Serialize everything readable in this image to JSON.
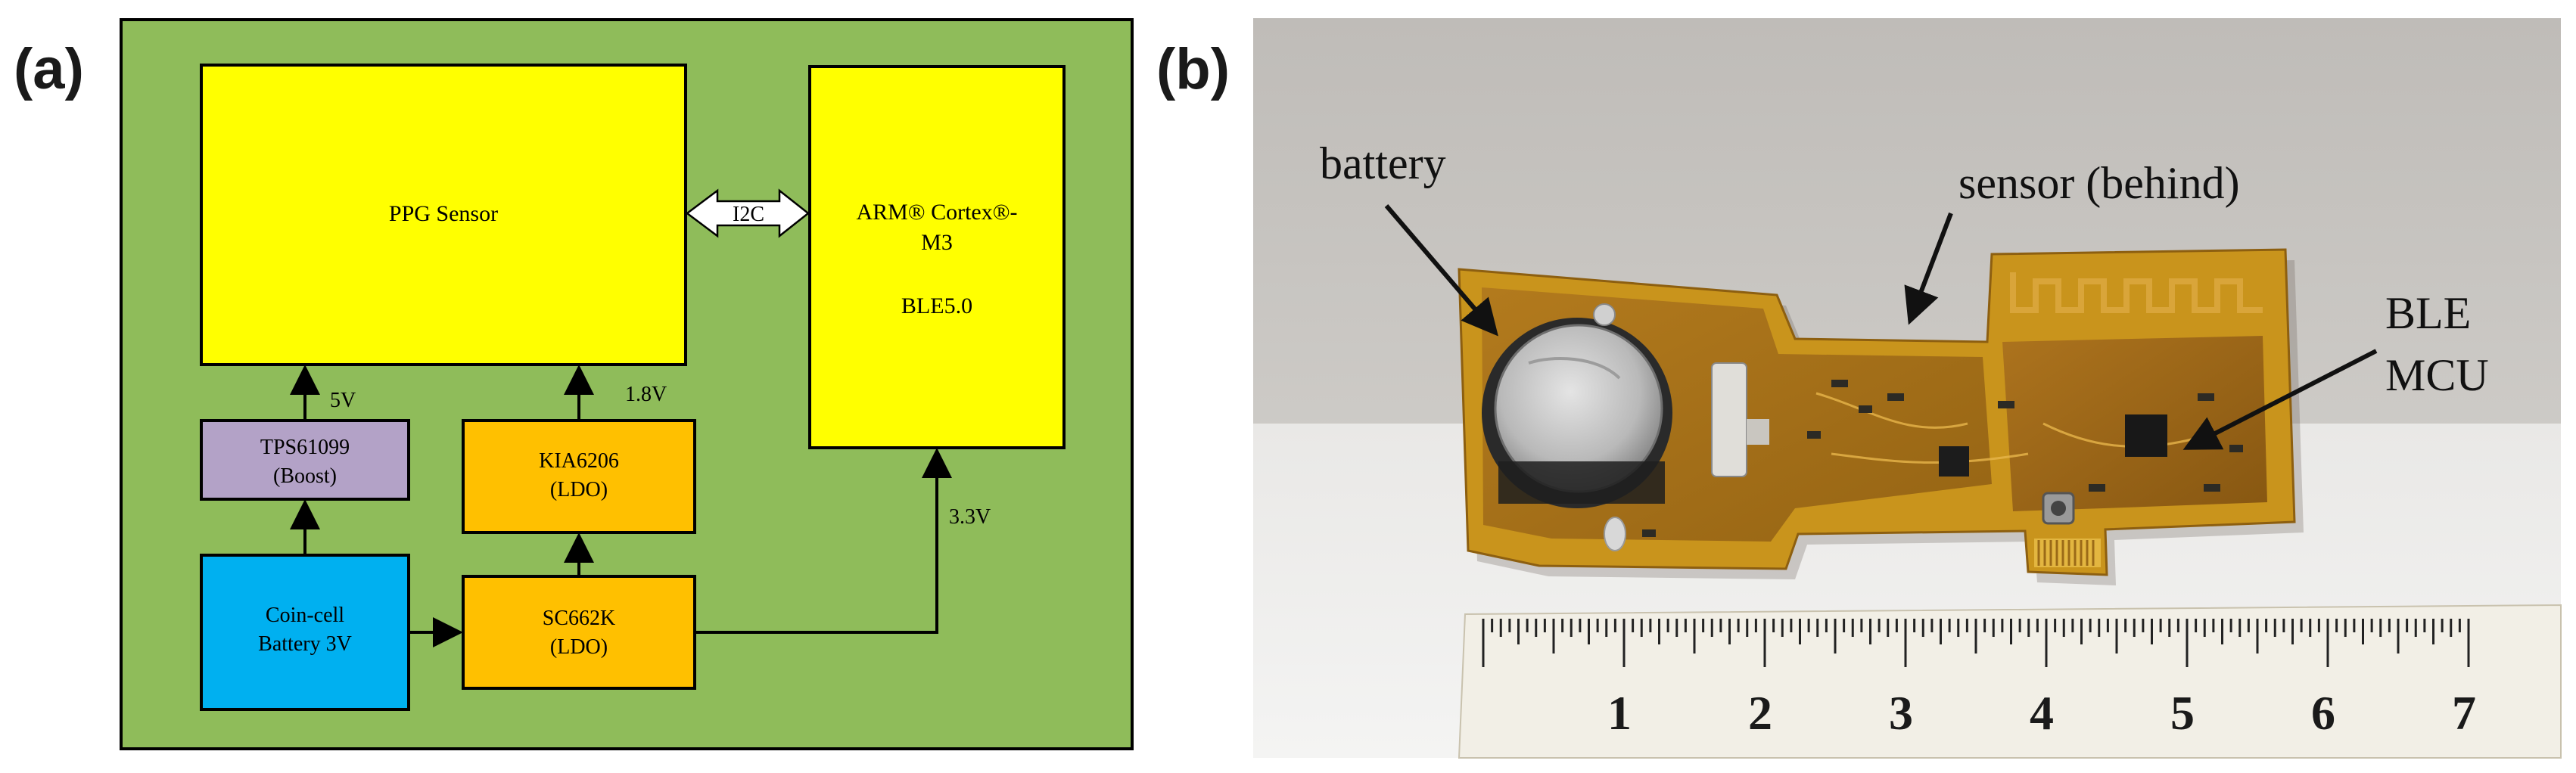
{
  "panels": {
    "a": "(a)",
    "b": "(b)"
  },
  "diagram": {
    "blocks": {
      "ppg": "PPG Sensor",
      "arm_line1": "ARM® Cortex®-",
      "arm_line2": "M3",
      "arm_line3": "BLE5.0",
      "tps_line1": "TPS61099",
      "tps_line2": "(Boost)",
      "kia_line1": "KIA6206",
      "kia_line2": "(LDO)",
      "coin_line1": "Coin-cell",
      "coin_line2": "Battery 3V",
      "sc_line1": "SC662K",
      "sc_line2": "(LDO)"
    },
    "labels": {
      "i2c": "I2C",
      "v5": "5V",
      "v18": "1.8V",
      "v33": "3.3V"
    }
  },
  "photo": {
    "annotations": {
      "battery": "battery",
      "sensor": "sensor (behind)",
      "ble_line1": "BLE",
      "ble_line2": "MCU"
    },
    "ruler_ticks": [
      "1",
      "2",
      "3",
      "4",
      "5",
      "6",
      "7"
    ]
  },
  "colors": {
    "background_green": "#8fbc5a",
    "block_yellow": "#ffff00",
    "block_purple": "#b3a2c7",
    "block_orange": "#ffc000",
    "block_blue": "#00b0f0"
  }
}
